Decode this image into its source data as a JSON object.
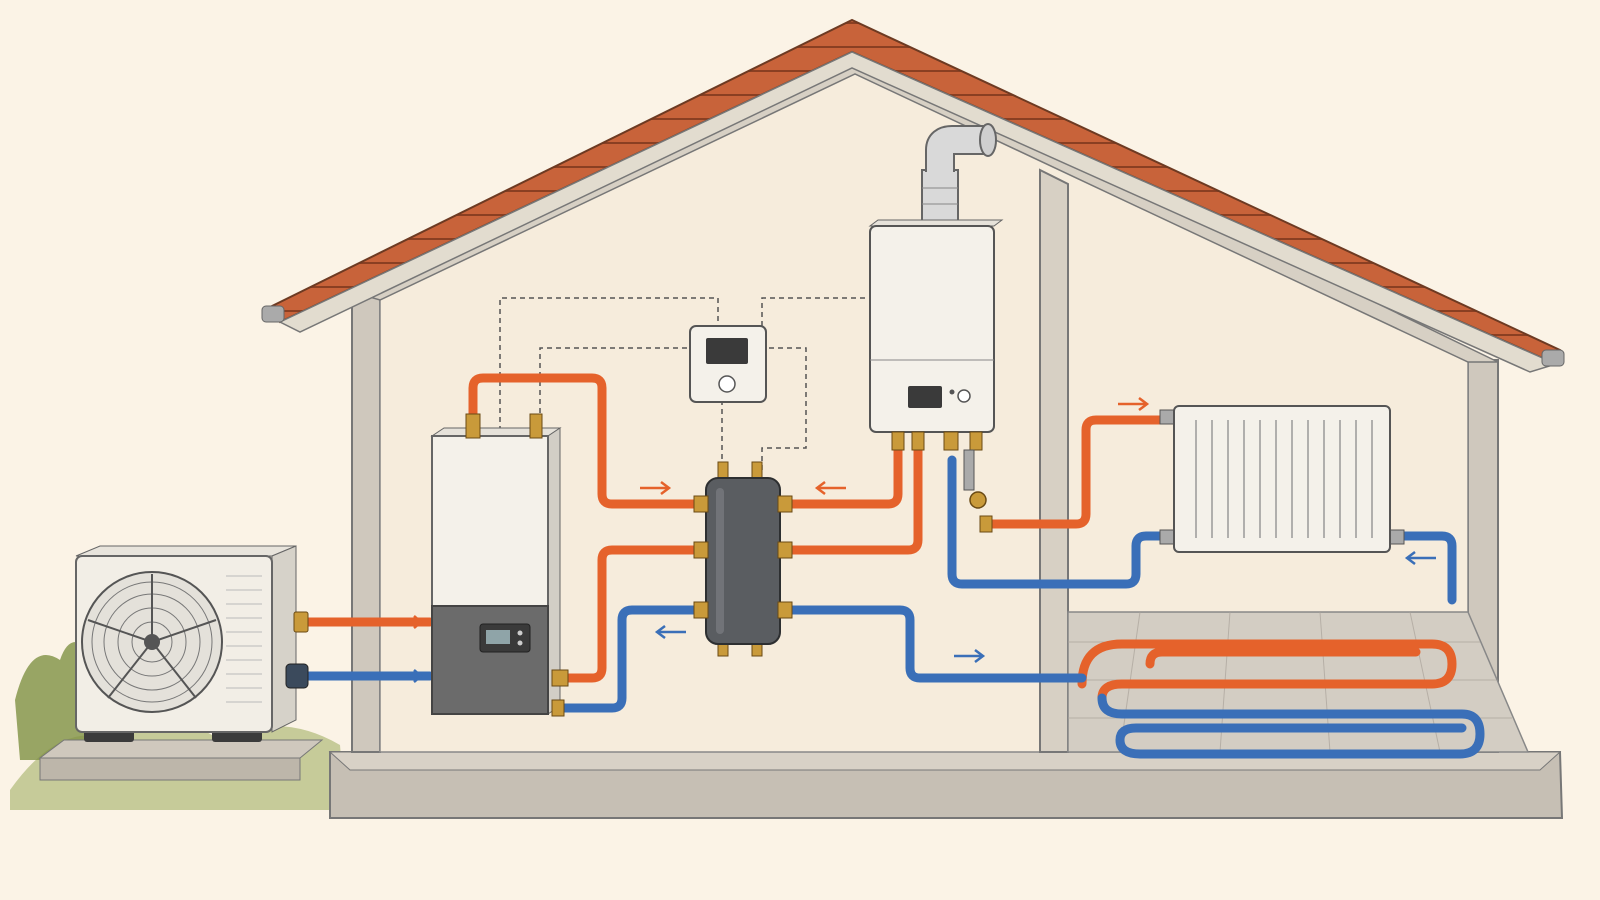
{
  "palette": {
    "background": "#fbf3e6",
    "wall_interior": "#f6ecdc",
    "wall_section": "#cfc8bd",
    "roof_tile": "#c8633a",
    "hot_pipe": "#e5622b",
    "cold_pipe": "#3a6fb8",
    "control_wire": "#555555",
    "unit_body": "#f4f1ea",
    "unit_dark": "#6b6b6b",
    "manifold": "#5a5d61",
    "brass": "#c99a3a",
    "floor_tile": "#d3cdc3",
    "grass": "#8a9a4c"
  },
  "components": [
    {
      "id": "outdoor-unit",
      "icon": "fan-icon"
    },
    {
      "id": "indoor-hydro-unit",
      "icon": "display-panel-icon"
    },
    {
      "id": "thermostat",
      "icon": "thermostat-icon"
    },
    {
      "id": "hydraulic-separator",
      "icon": "manifold-icon"
    },
    {
      "id": "wall-boiler",
      "icon": "boiler-icon"
    },
    {
      "id": "radiator",
      "icon": "radiator-icon"
    },
    {
      "id": "underfloor-heating-loop",
      "icon": "floor-loop-icon"
    }
  ],
  "flows": [
    {
      "from": "outdoor-unit",
      "to": "indoor-hydro-unit",
      "kind": "hot"
    },
    {
      "from": "outdoor-unit",
      "to": "indoor-hydro-unit",
      "kind": "cold"
    },
    {
      "from": "indoor-hydro-unit",
      "to": "hydraulic-separator",
      "kind": "hot"
    },
    {
      "from": "wall-boiler",
      "to": "hydraulic-separator",
      "kind": "hot"
    },
    {
      "from": "hydraulic-separator",
      "to": "underfloor-heating-loop",
      "kind": "cold"
    },
    {
      "from": "hydraulic-separator",
      "to": "indoor-hydro-unit",
      "kind": "cold"
    },
    {
      "from": "wall-boiler",
      "to": "radiator",
      "kind": "hot"
    },
    {
      "from": "radiator",
      "to": "wall-boiler",
      "kind": "cold"
    }
  ]
}
